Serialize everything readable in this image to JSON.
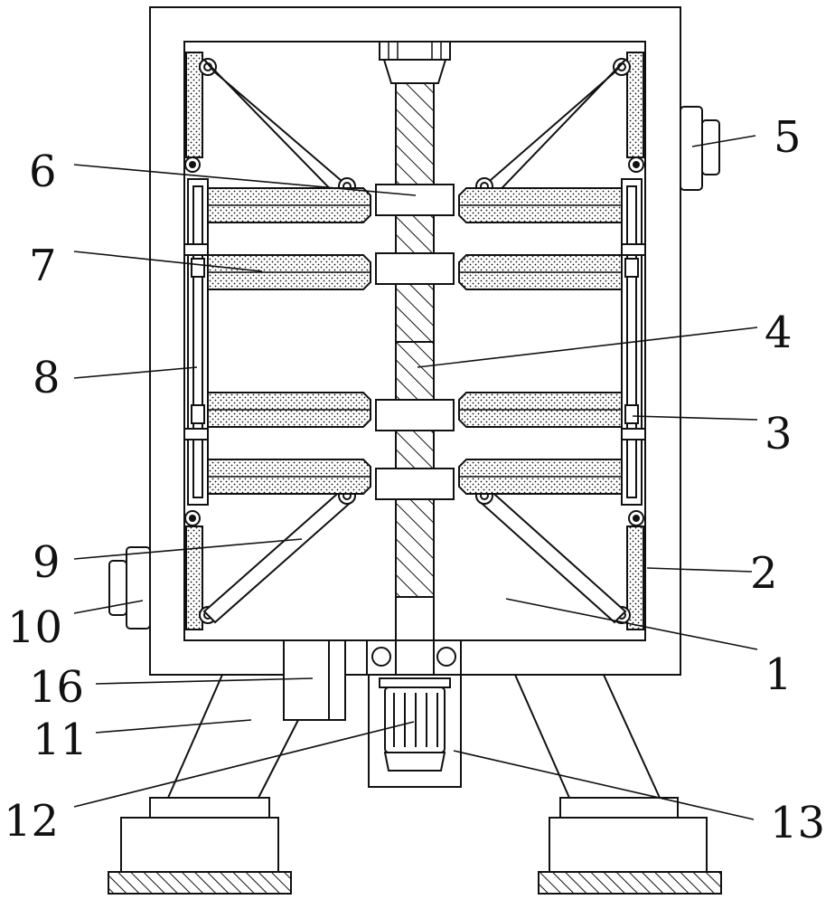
{
  "labels": {
    "l1": "1",
    "l2": "2",
    "l3": "3",
    "l4": "4",
    "l5": "5",
    "l6": "6",
    "l7": "7",
    "l8": "8",
    "l9": "9",
    "l10": "10",
    "l11": "11",
    "l12": "12",
    "l13": "13",
    "l16": "16"
  }
}
